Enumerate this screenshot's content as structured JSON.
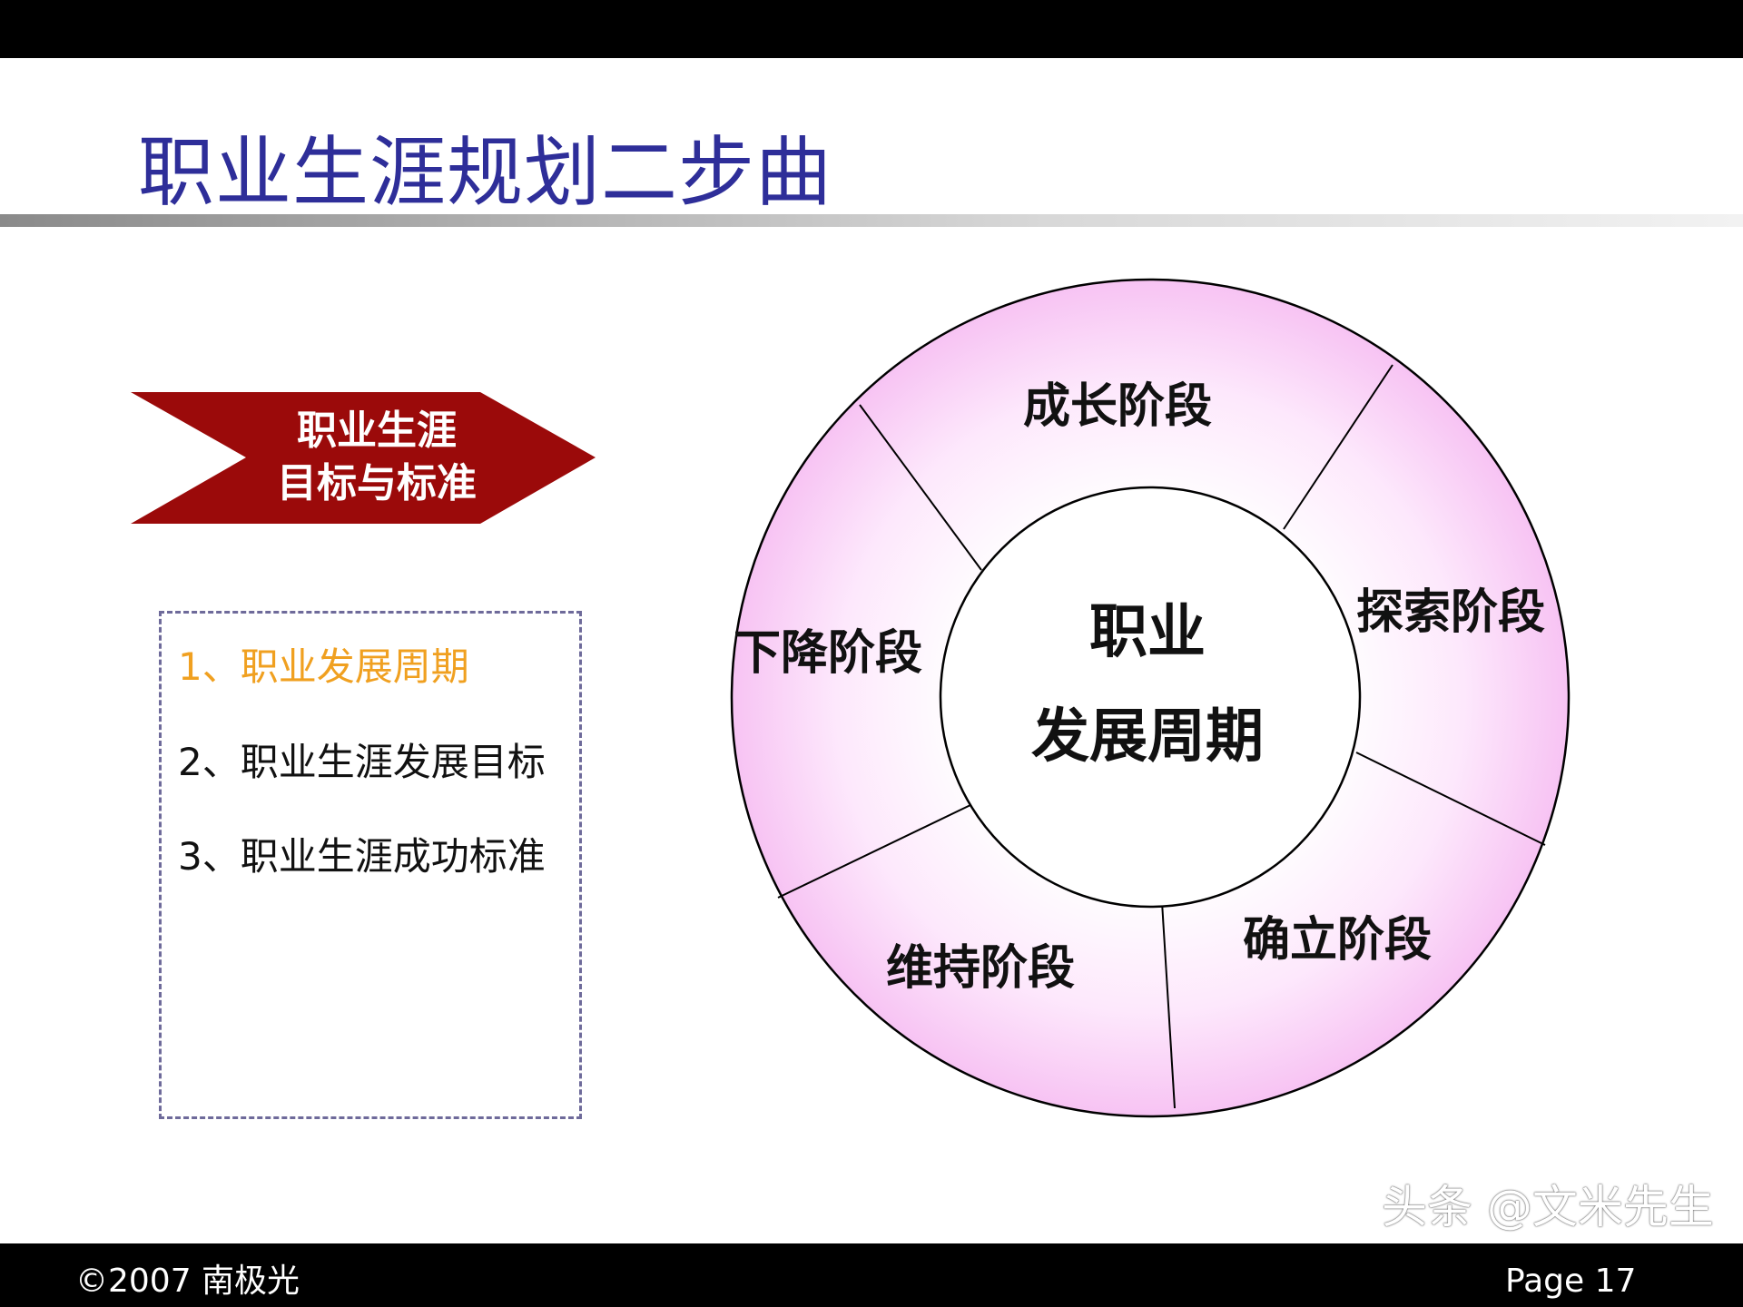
{
  "slide": {
    "title": "职业生涯规划二步曲",
    "arrow_label_line1": "职业生涯",
    "arrow_label_line2": "目标与标准",
    "arrow_color": "#9b0a0a",
    "title_color": "#2e2e99",
    "list": [
      {
        "label": "1、职业发展周期",
        "active": true
      },
      {
        "label": "2、职业生涯发展目标",
        "active": false
      },
      {
        "label": "3、职业生涯成功标准",
        "active": false
      }
    ],
    "cycle": {
      "center_line1": "职业",
      "center_line2": "发展周期",
      "stages": [
        "成长阶段",
        "探索阶段",
        "确立阶段",
        "维持阶段",
        "下降阶段"
      ],
      "fill_color": "#f7c3f3"
    }
  },
  "footer": {
    "copyright": "©2007 南极光",
    "page": "Page 17",
    "watermark": "头条 @文米先生"
  }
}
